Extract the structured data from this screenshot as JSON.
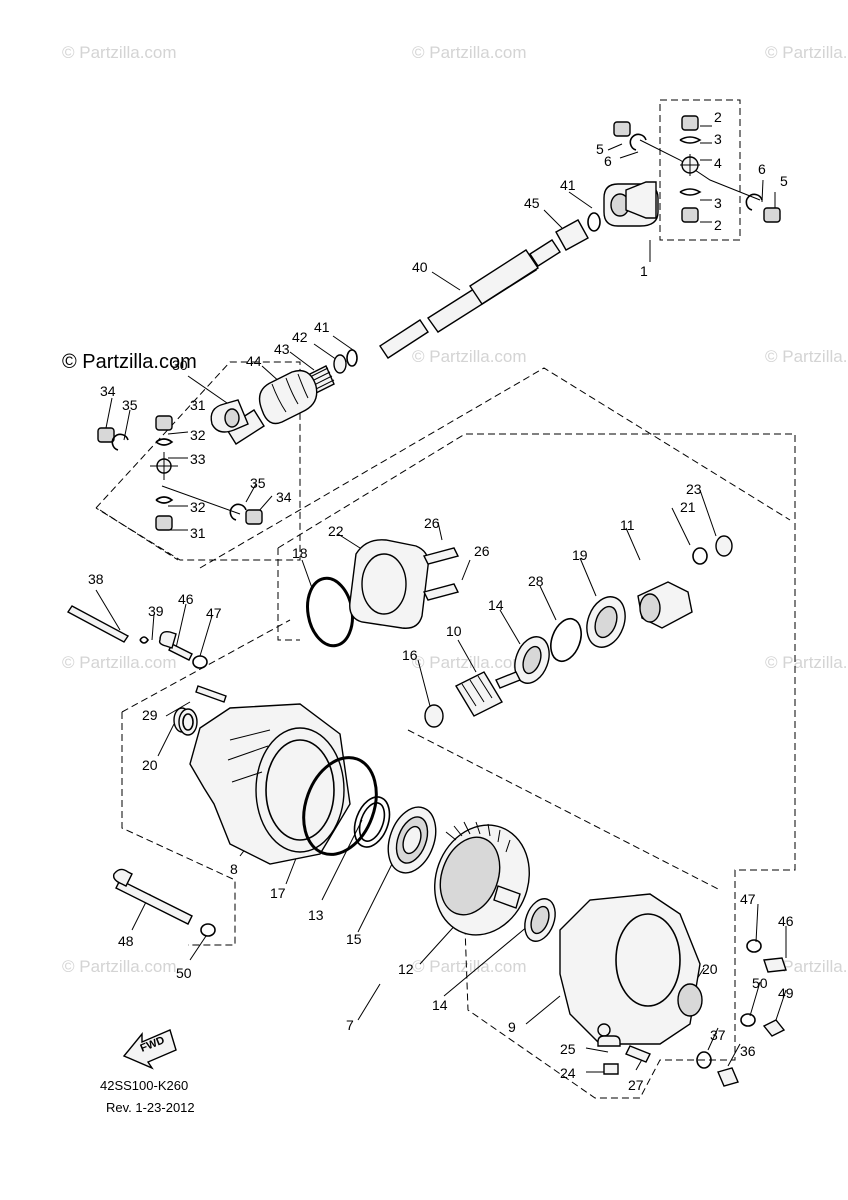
{
  "watermarks": {
    "text": "© Partzilla.com",
    "dark_text": "© Partzilla.com"
  },
  "fwd_label": "FWD",
  "caption": {
    "code": "42SS100-K260",
    "rev": "Rev. 1-23-2012"
  },
  "callouts": [
    "1",
    "2",
    "3",
    "4",
    "5",
    "6",
    "7",
    "8",
    "9",
    "10",
    "11",
    "12",
    "13",
    "14",
    "15",
    "16",
    "17",
    "18",
    "19",
    "20",
    "21",
    "22",
    "23",
    "24",
    "25",
    "26",
    "27",
    "28",
    "29",
    "30",
    "31",
    "32",
    "33",
    "34",
    "35",
    "36",
    "37",
    "38",
    "39",
    "40",
    "41",
    "42",
    "43",
    "44",
    "45",
    "46",
    "47",
    "48",
    "49",
    "50"
  ]
}
